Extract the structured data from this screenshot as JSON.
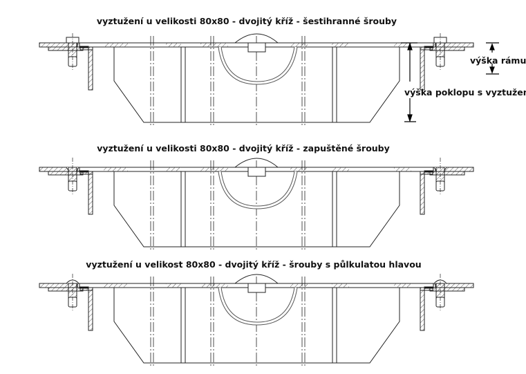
{
  "panels": [
    {
      "title": "vyztužení u velikosti 80x80 - dvojitý kříž - šestihranné šrouby",
      "bolt_type": "hex"
    },
    {
      "title": "vyztužení u velikosti 80x80 - dvojitý kříž - zapuštěné šrouby",
      "bolt_type": "countersunk"
    },
    {
      "title": "vyztužení u velikost 80x80 - dvojitý kříž - šrouby s půlkulatou hlavou",
      "bolt_type": "roundhead"
    }
  ],
  "dimensions": {
    "frame_height_label": "výška rámu",
    "cover_height_label": "výška poklopu s vyztužením"
  },
  "colors": {
    "line": "#222222",
    "hatch": "#555555"
  }
}
